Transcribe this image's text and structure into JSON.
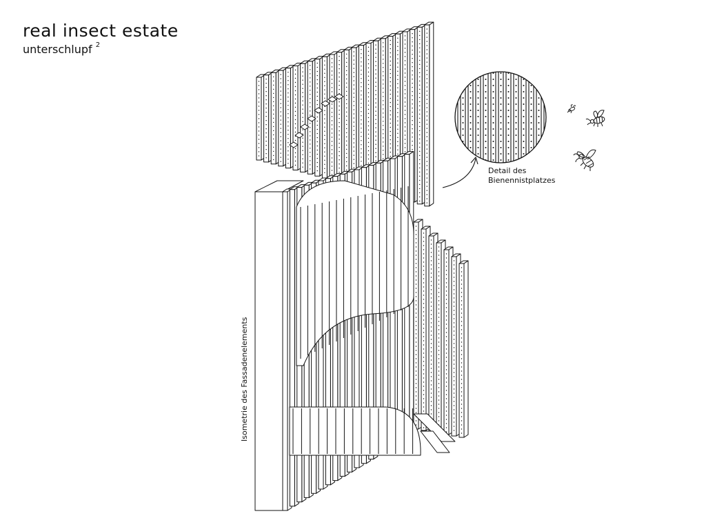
{
  "header": {
    "title": "real insect estate",
    "subtitle": "unterschlupf",
    "subtitle_sup": "2"
  },
  "drawing": {
    "vertical_label": "Isometrie des Fassadenelements",
    "detail_label_line1": "Detail des",
    "detail_label_line2": "Bienennistplatzes",
    "icons": [
      "small-bee-icon",
      "bee-icon",
      "large-bee-icon"
    ]
  },
  "colors": {
    "ink": "#111111",
    "paper": "#ffffff"
  }
}
